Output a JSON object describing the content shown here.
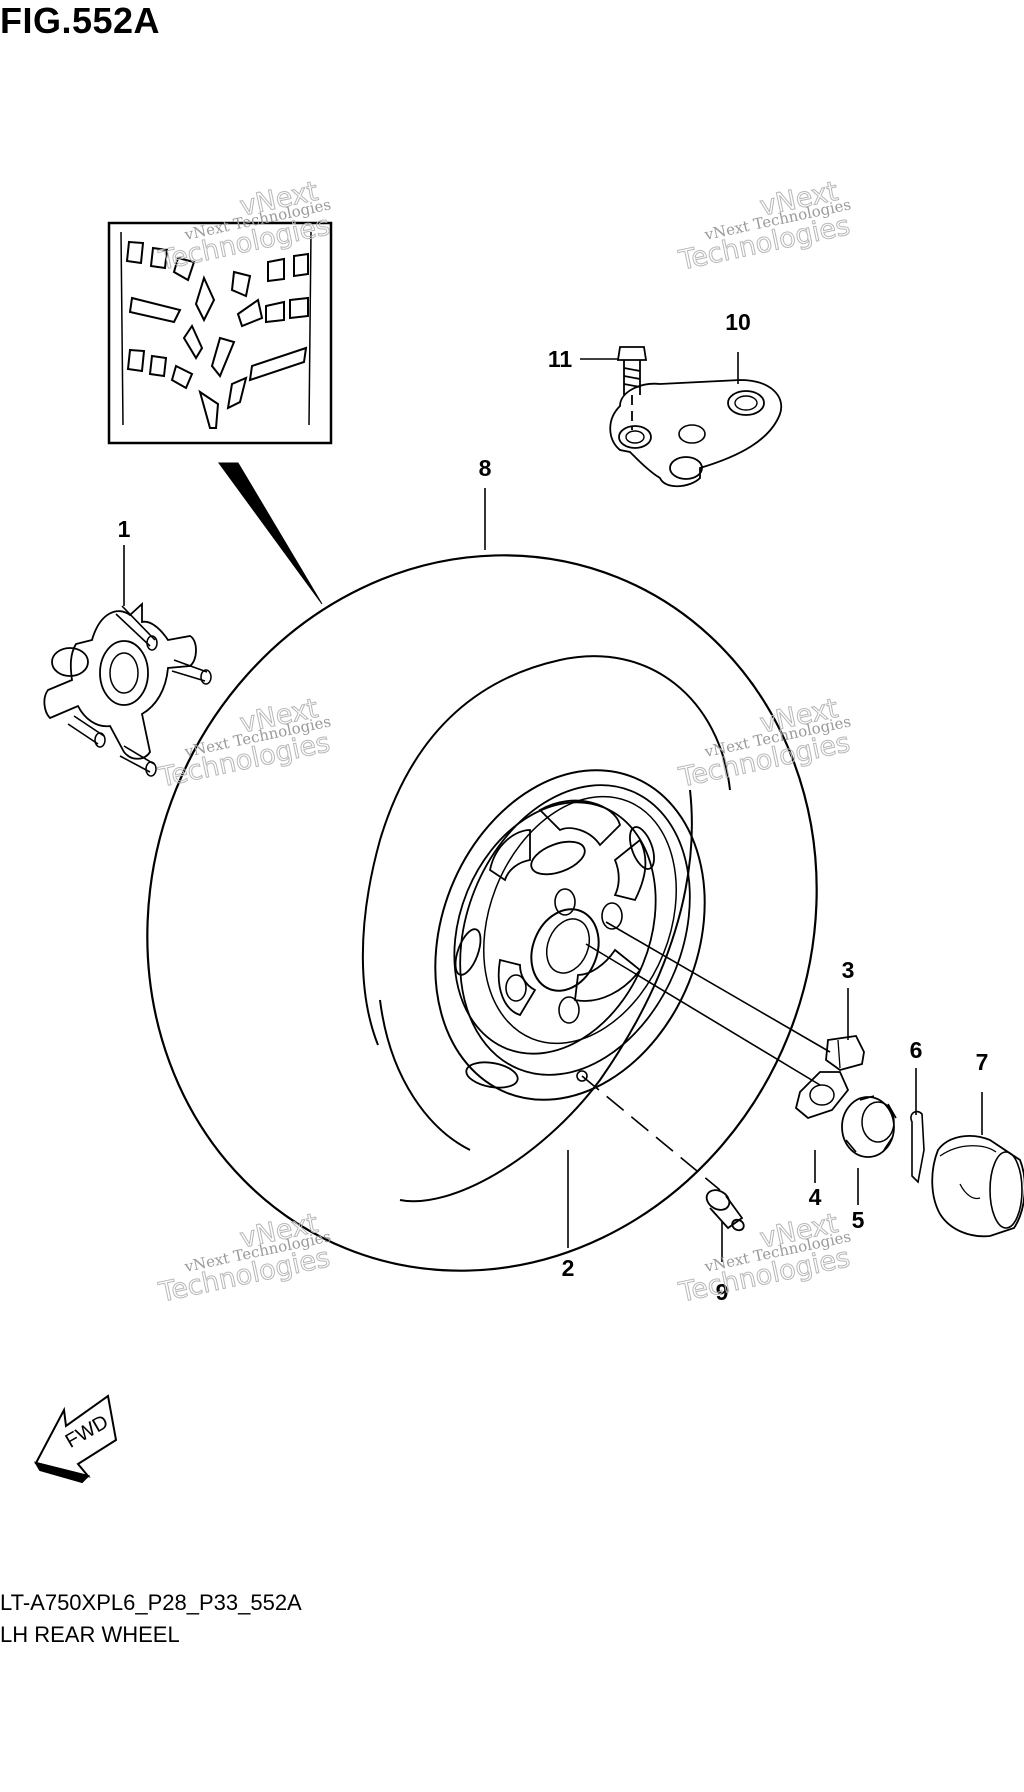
{
  "figure": {
    "title": "FIG.552A",
    "model_code": "LT-A750XPL6_P28_P33_552A",
    "caption": "LH REAR WHEEL",
    "fwd_label": "FWD"
  },
  "callouts": [
    {
      "id": "1",
      "label": "1"
    },
    {
      "id": "2",
      "label": "2"
    },
    {
      "id": "3",
      "label": "3"
    },
    {
      "id": "4",
      "label": "4"
    },
    {
      "id": "5",
      "label": "5"
    },
    {
      "id": "6",
      "label": "6"
    },
    {
      "id": "7",
      "label": "7"
    },
    {
      "id": "8",
      "label": "8"
    },
    {
      "id": "9",
      "label": "9"
    },
    {
      "id": "10",
      "label": "10"
    },
    {
      "id": "11",
      "label": "11"
    }
  ],
  "watermark": {
    "line1": "vNext Technologies",
    "line2": "vNext",
    "line3": "Technologies"
  }
}
